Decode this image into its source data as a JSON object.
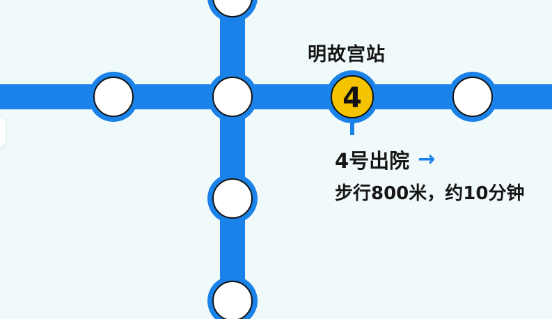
{
  "map": {
    "line_color": "#1a82e8",
    "highlight_station": {
      "name": "明故宫站",
      "badge": "4",
      "badge_color": "#f5c400"
    },
    "exit": {
      "label": "4号出院",
      "arrow": "→"
    },
    "walk_info": "步行800米，约10分钟"
  }
}
